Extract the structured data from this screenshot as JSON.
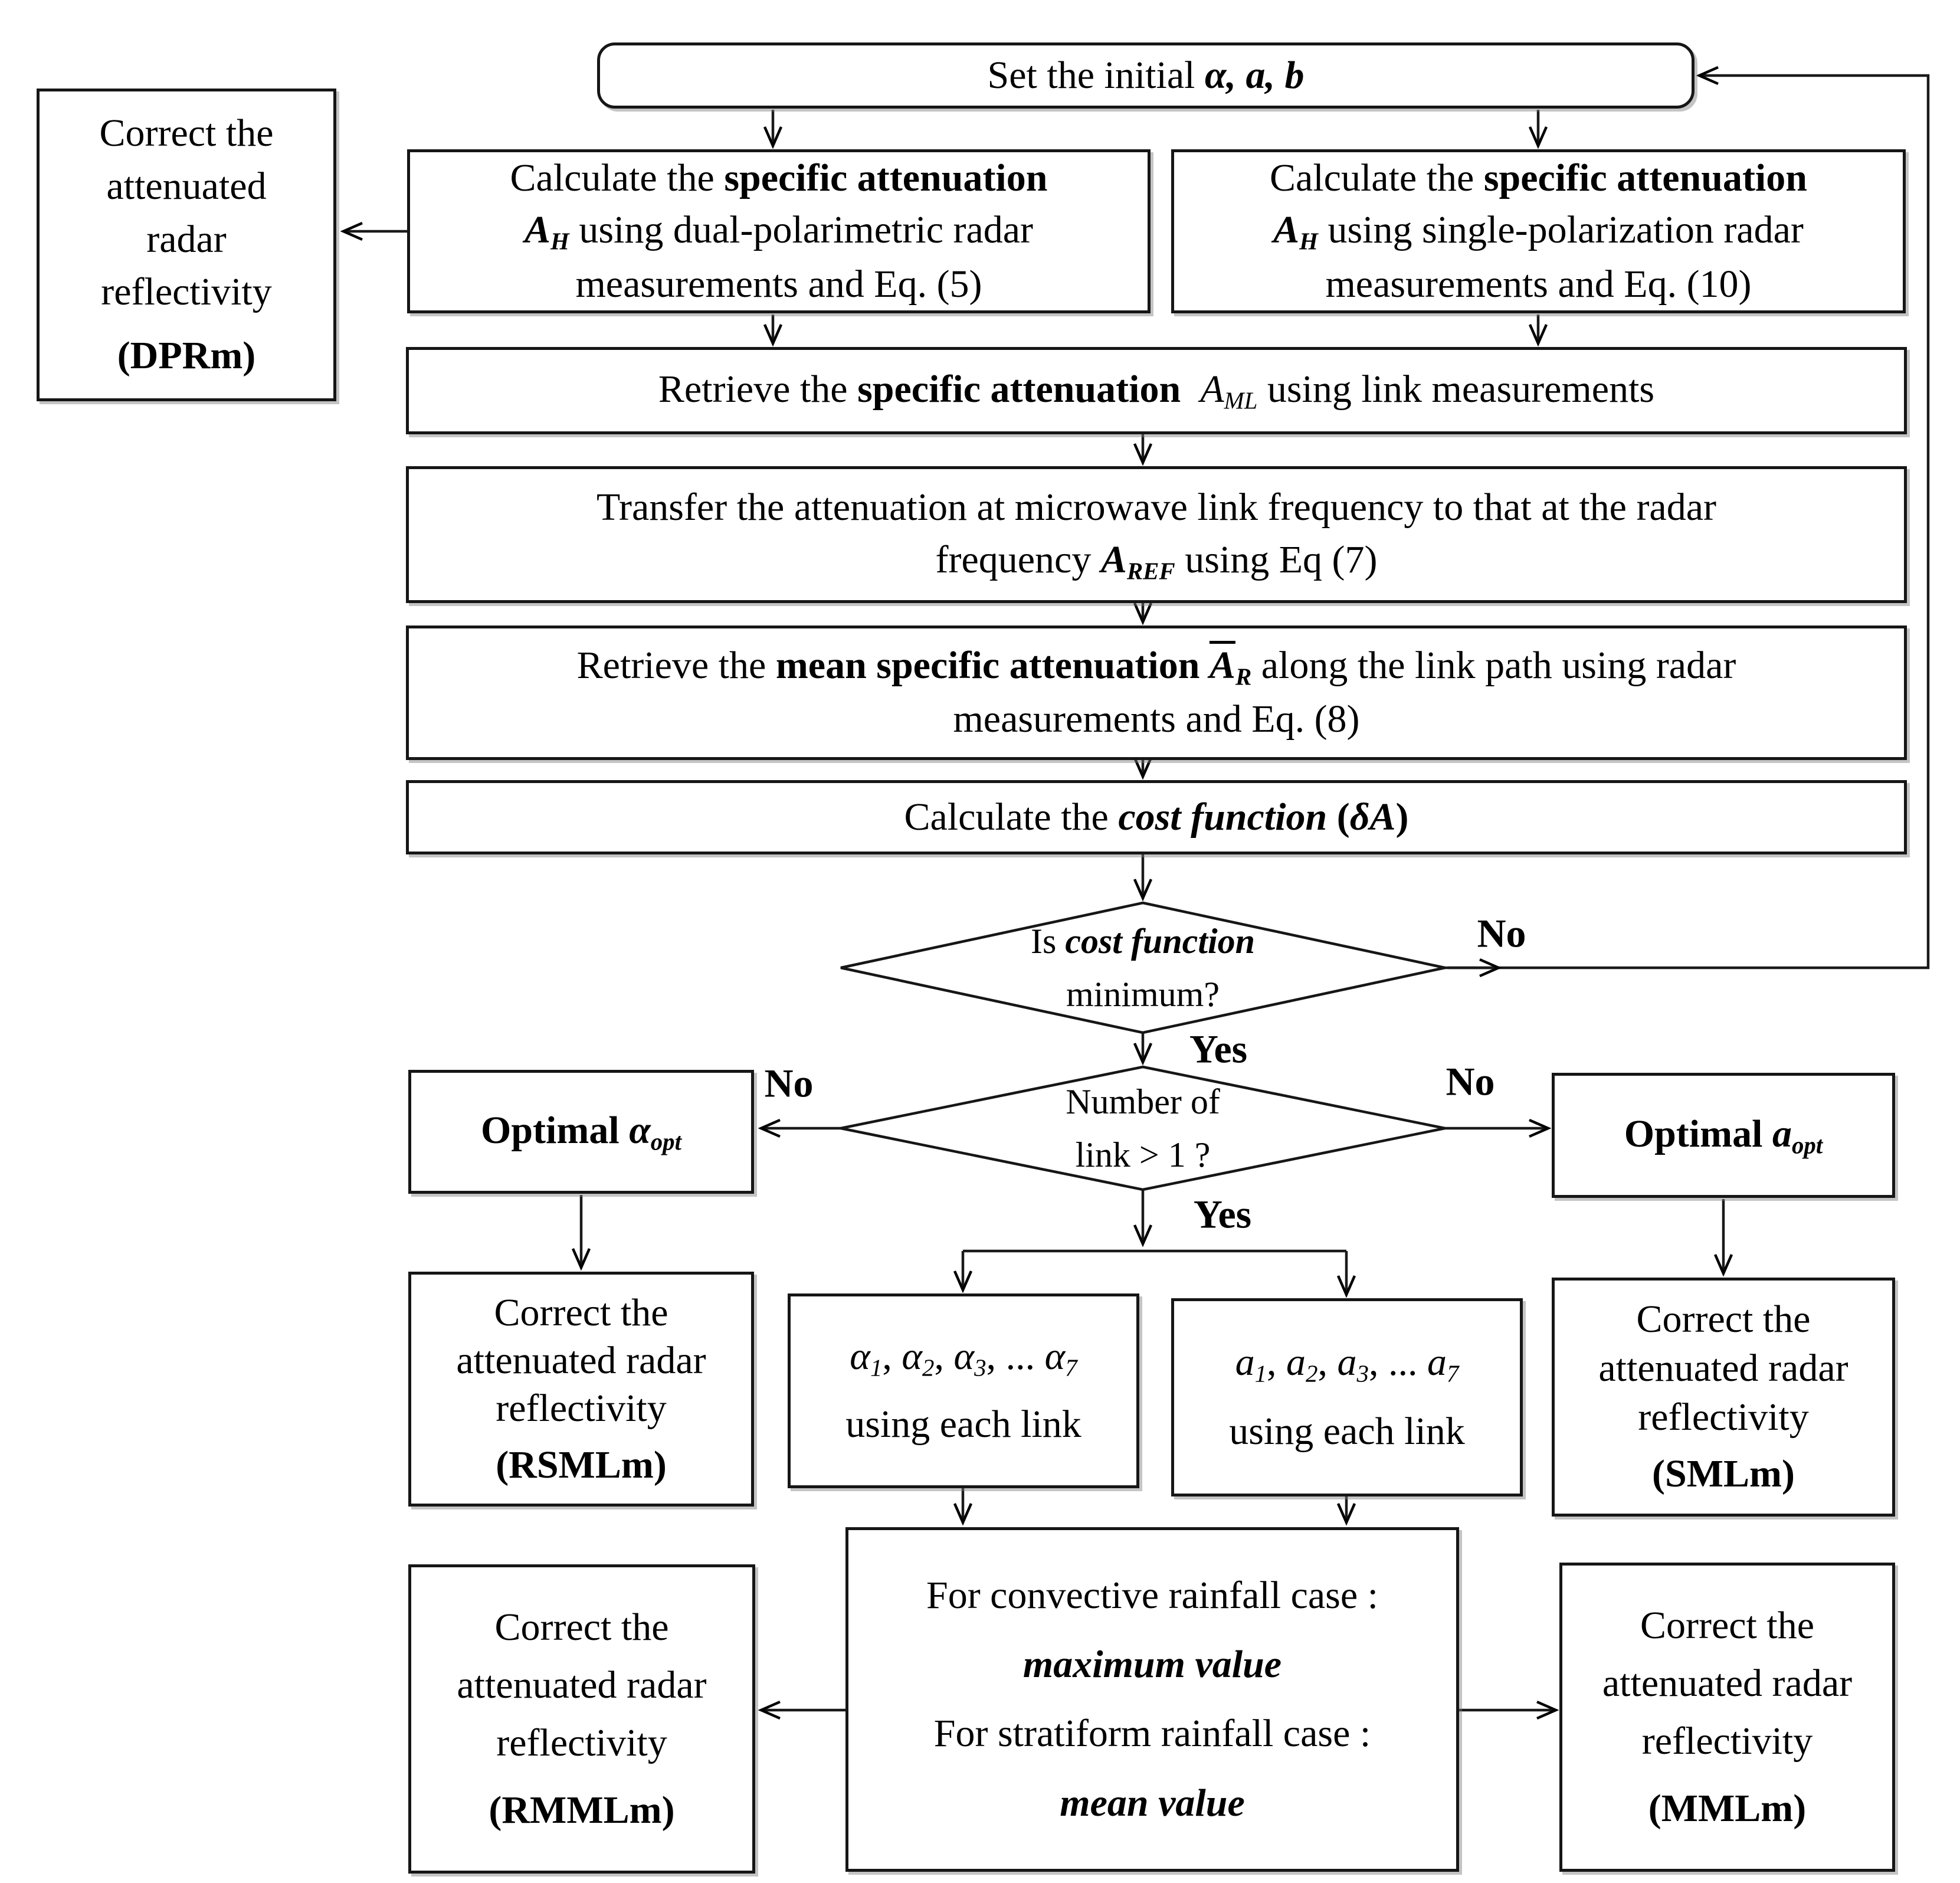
{
  "palette": {
    "ink": "#000000",
    "box_border": "#161616",
    "shadow": "#7c7c7c",
    "background": "#ffffff"
  },
  "nodes": {
    "start": {
      "prefix": "Set the initial ",
      "emph": "α, a, b"
    },
    "dprm": {
      "l1": "Correct the",
      "l2": "attenuated",
      "l3": "radar",
      "l4": "reflectivity",
      "label": "(DPRm)"
    },
    "calc_dual": {
      "l1a": "Calculate the ",
      "l1b": "specific attenuation",
      "l2a": "A",
      "l2sub": "H",
      "l2b": " using dual-polarimetric radar",
      "l3": "measurements and Eq. (5)"
    },
    "calc_single": {
      "l1a": "Calculate the ",
      "l1b": "specific attenuation",
      "l2a": "A",
      "l2sub": "H",
      "l2b": " using single-polarization radar",
      "l3": "measurements and Eq. (10)"
    },
    "retrieve_ml": {
      "a": "Retrieve the ",
      "b": "specific attenuation  ",
      "var": "A",
      "sub": "ML",
      "c": " using link measurements"
    },
    "transfer": {
      "l1": "Transfer the attenuation at microwave link frequency to that at the radar",
      "l2a": "frequency ",
      "var": "A",
      "sub": "REF",
      "l2b": " using Eq (7)"
    },
    "retrieve_mean": {
      "a": "Retrieve the ",
      "b": "mean specific attenuation ",
      "var": "A",
      "sub": "R",
      "c": " along the link path using radar",
      "l2": "measurements and Eq. (8)"
    },
    "cost": {
      "a": "Calculate the ",
      "b": "cost function",
      "c": " (",
      "var": "δA",
      "d": ")"
    },
    "diamond_cost": {
      "l1a": "Is ",
      "l1b": "cost function",
      "l2": "minimum?"
    },
    "diamond_links": {
      "l1": "Number of",
      "l2": "link > 1 ?"
    },
    "opt_alpha": {
      "a": "Optimal ",
      "var": "α",
      "sub": "opt"
    },
    "opt_a": {
      "a": "Optimal ",
      "var": "a",
      "sub": "opt"
    },
    "alpha_links": {
      "v1": "α",
      "s1": "1",
      "c1": ", ",
      "v2": "α",
      "s2": "2",
      "c2": ", ",
      "v3": "α",
      "s3": "3",
      "c3": ", ... ",
      "v4": "α",
      "s4": "7",
      "l2": "using each link"
    },
    "a_links": {
      "v1": "a",
      "s1": "1",
      "c1": ", ",
      "v2": "a",
      "s2": "2",
      "c2": ", ",
      "v3": "a",
      "s3": "3",
      "c3": ", ... ",
      "v4": "a",
      "s4": "7",
      "l2": "using each link"
    },
    "rsmlm": {
      "l1": "Correct the",
      "l2": "attenuated radar",
      "l3": "reflectivity",
      "label": "(RSMLm)"
    },
    "smlm": {
      "l1": "Correct the",
      "l2": "attenuated radar",
      "l3": "reflectivity",
      "label": "(SMLm)"
    },
    "rainfall": {
      "l1": "For convective rainfall case :",
      "l2": "maximum value",
      "l3": "For stratiform rainfall case :",
      "l4": "mean value"
    },
    "rmmlm": {
      "l1": "Correct the",
      "l2": "attenuated radar",
      "l3": "reflectivity",
      "label": "(RMMLm)"
    },
    "mmlm": {
      "l1": "Correct the",
      "l2": "attenuated radar",
      "l3": "reflectivity",
      "label": "(MMLm)"
    }
  },
  "labels": {
    "no_cost": "No",
    "yes_cost": "Yes",
    "no_left": "No",
    "no_right": "No",
    "yes_links": "Yes"
  }
}
